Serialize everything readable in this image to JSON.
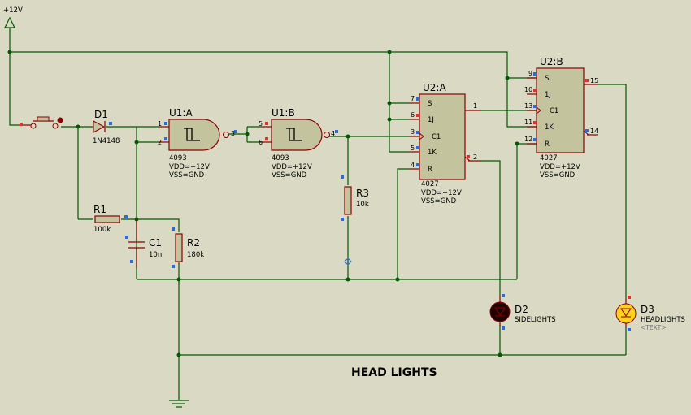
{
  "title": "HEAD LIGHTS",
  "supply": "+12V",
  "components": {
    "d1": {
      "ref": "D1",
      "value": "1N4148"
    },
    "u1a": {
      "ref": "U1:A",
      "part": "4093",
      "vdd": "VDD=+12V",
      "vss": "VSS=GND",
      "pins": [
        "1",
        "2",
        "3"
      ]
    },
    "u1b": {
      "ref": "U1:B",
      "part": "4093",
      "vdd": "VDD=+12V",
      "vss": "VSS=GND",
      "pins": [
        "5",
        "6",
        "4"
      ]
    },
    "u2a": {
      "ref": "U2:A",
      "part": "4027",
      "vdd": "VDD=+12V",
      "vss": "VSS=GND",
      "pin_names": [
        "S",
        "1J",
        "C1",
        "1K",
        "R"
      ],
      "pins": [
        "7",
        "6",
        "3",
        "5",
        "4",
        "1",
        "2"
      ]
    },
    "u2b": {
      "ref": "U2:B",
      "part": "4027",
      "vdd": "VDD=+12V",
      "vss": "VSS=GND",
      "pin_names": [
        "S",
        "1J",
        "C1",
        "1K",
        "R"
      ],
      "pins": [
        "9",
        "10",
        "13",
        "11",
        "12",
        "15",
        "14"
      ]
    },
    "r1": {
      "ref": "R1",
      "value": "100k"
    },
    "r2": {
      "ref": "R2",
      "value": "180k"
    },
    "r3": {
      "ref": "R3",
      "value": "10k"
    },
    "c1": {
      "ref": "C1",
      "value": "10n"
    },
    "d2": {
      "ref": "D2",
      "value": "SIDELIGHTS"
    },
    "d3": {
      "ref": "D3",
      "value": "HEADLIGHTS",
      "extra": "<TEXT>"
    }
  },
  "colors": {
    "wire": "#005a00",
    "component": "#8b0000",
    "body_fill": "#c3c39e",
    "background": "#d9d9c4",
    "d3_lit": "#ffd21f",
    "d2_off": "#200000"
  }
}
